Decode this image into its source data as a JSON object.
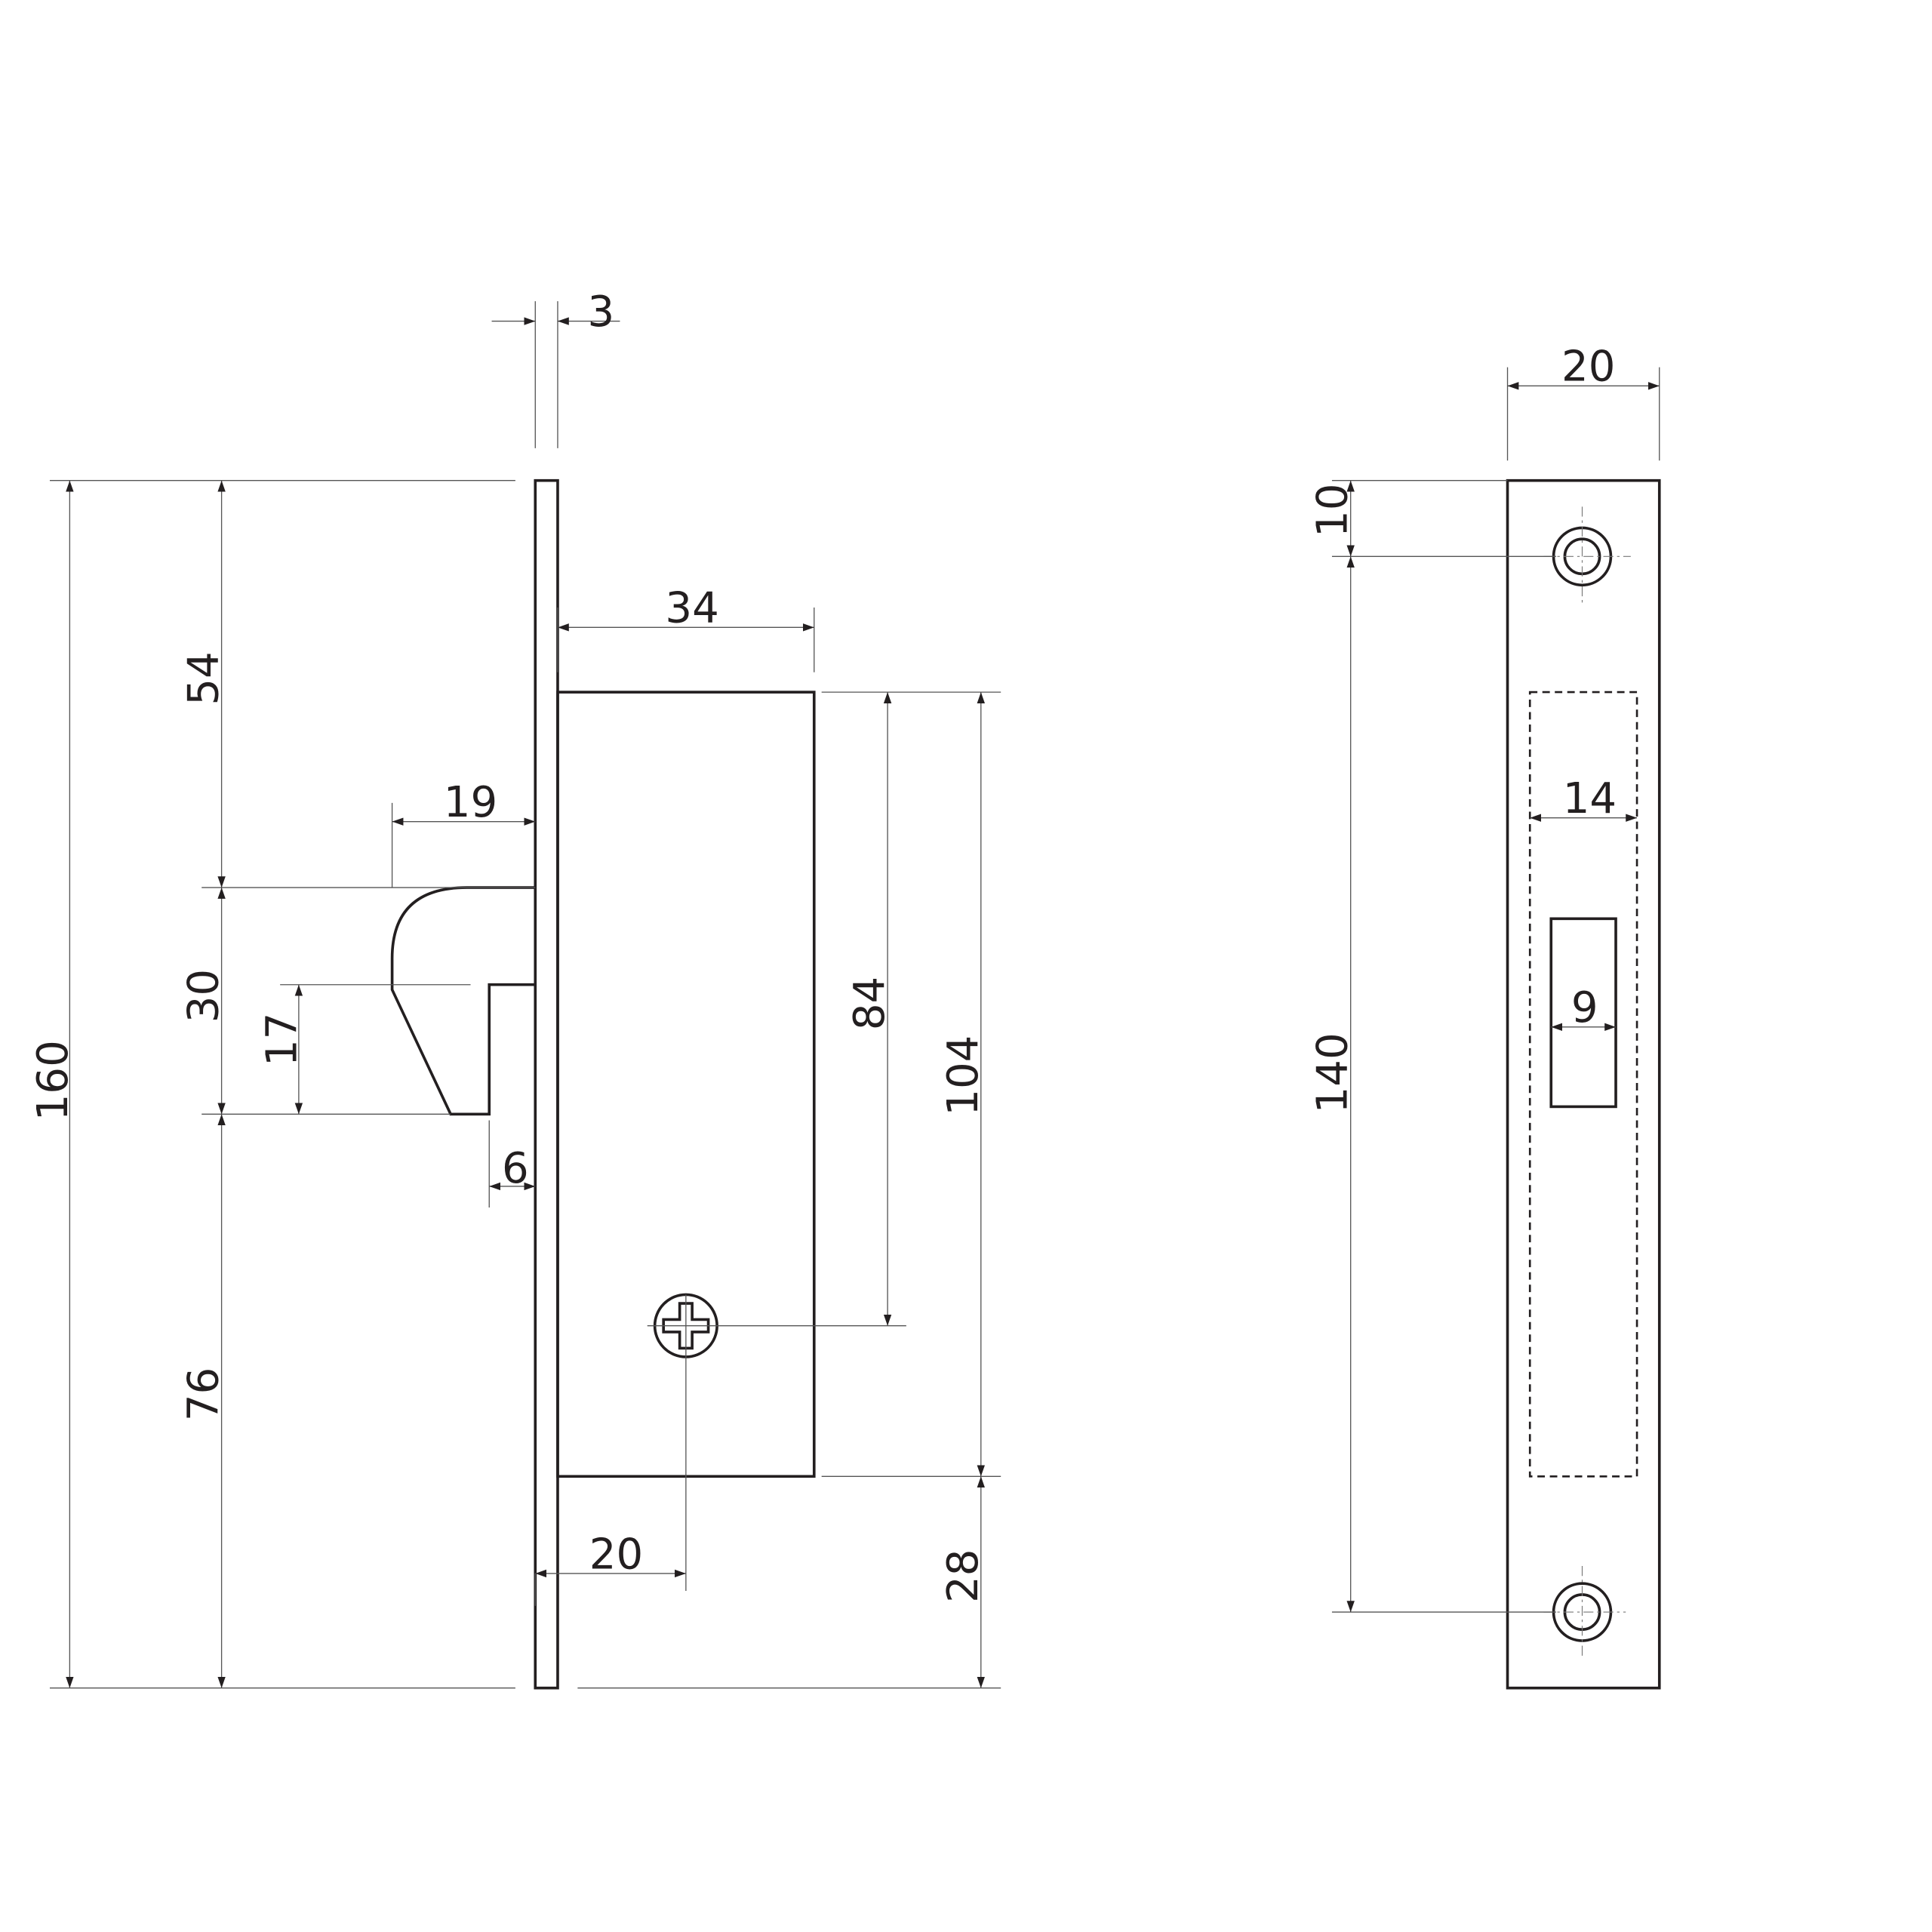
{
  "side_view": {
    "plate_thickness": "3",
    "total_height": "160",
    "top_to_latch": "54",
    "latch_height": "30",
    "latch_angle_height": "17",
    "latch_to_bottom": "76",
    "latch_projection": "19",
    "latch_step": "6",
    "body_depth": "34",
    "screw_offset": "84",
    "body_height": "104",
    "screw_backset": "20",
    "body_to_bottom": "28"
  },
  "front_view": {
    "plate_width": "20",
    "hole_from_top": "10",
    "hole_spacing": "140",
    "body_width": "14",
    "latch_slot_width": "9"
  }
}
